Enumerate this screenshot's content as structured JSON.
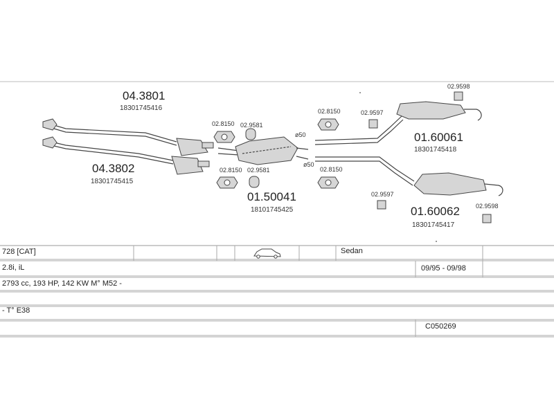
{
  "parts": {
    "p1": {
      "code": "04.3801",
      "oem": "18301745416"
    },
    "p2": {
      "code": "04.3802",
      "oem": "18301745415"
    },
    "p3": {
      "code": "01.50041",
      "oem": "18101745425"
    },
    "p4": {
      "code": "01.60061",
      "oem": "18301745418"
    },
    "p5": {
      "code": "01.60062",
      "oem": "18301745417"
    }
  },
  "small_parts": {
    "a": "02.8150",
    "b": "02.9581",
    "c": "02.8150",
    "d": "02.9581",
    "e": "02.8150",
    "f": "02.8150",
    "g": "02.9597",
    "h": "02.9598",
    "i": "02.9597",
    "j": "02.9598"
  },
  "dims": {
    "d1": "ø50",
    "d2": "ø50"
  },
  "info": {
    "model": "728  [CAT]",
    "body": "Sedan",
    "engine": "2.8i, iL",
    "years": "09/95 - 09/98",
    "spec": "2793 cc, 193 HP, 142 KW M° M52 -",
    "type": "- T° E38",
    "catalog": "C050269"
  }
}
